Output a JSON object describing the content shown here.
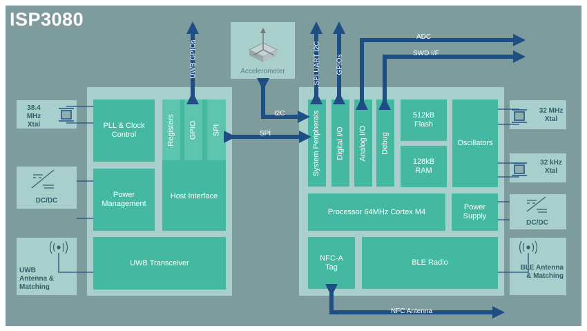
{
  "title": "ISP3080",
  "left_chip": {
    "pll": "PLL & Clock Control",
    "power_mgmt": "Power Management",
    "registers": "Registers",
    "gpio": "GPIO",
    "spi": "SPI",
    "host_interface": "Host Interface",
    "uwb_transceiver": "UWB Transceiver"
  },
  "right_chip": {
    "system_peripherals": "System Peripherals",
    "digital_io": "Digital I/O",
    "analog_io": "Analog I/O",
    "debug": "Debug",
    "flash": "512kB Flash",
    "ram": "128kB RAM",
    "oscillators": "Oscillators",
    "processor": "Processor 64MHz Cortex M4",
    "power_supply": "Power Supply",
    "nfc_tag": "NFC-A Tag",
    "ble_radio": "BLE Radio"
  },
  "external": {
    "xtal_38": "38.4 MHz Xtal",
    "dcdc_left": "DC/DC",
    "uwb_antenna": "UWB Antenna & Matching",
    "accelerometer": "Accelerometer",
    "xtal_32m": "32 MHz Xtal",
    "xtal_32k": "32 kHz Xtal",
    "dcdc_right": "DC/DC",
    "ble_antenna": "BLE Antenna & Matching"
  },
  "signals": {
    "uwb_gpios": "UWB GPIOs",
    "spi_uart_i2c": "SPI UART I2C",
    "gpios": "GPIOs",
    "adc": "ADC",
    "swd": "SWD I/F",
    "i2c": "I2C",
    "spi": "SPI",
    "nfc_antenna": "NFC Antenna"
  },
  "colors": {
    "background": "#7e9c9e",
    "panel": "#a8cfcb",
    "block": "#45b8a1",
    "arrow": "#1f4e84",
    "text_dark": "#2f5f6b"
  }
}
